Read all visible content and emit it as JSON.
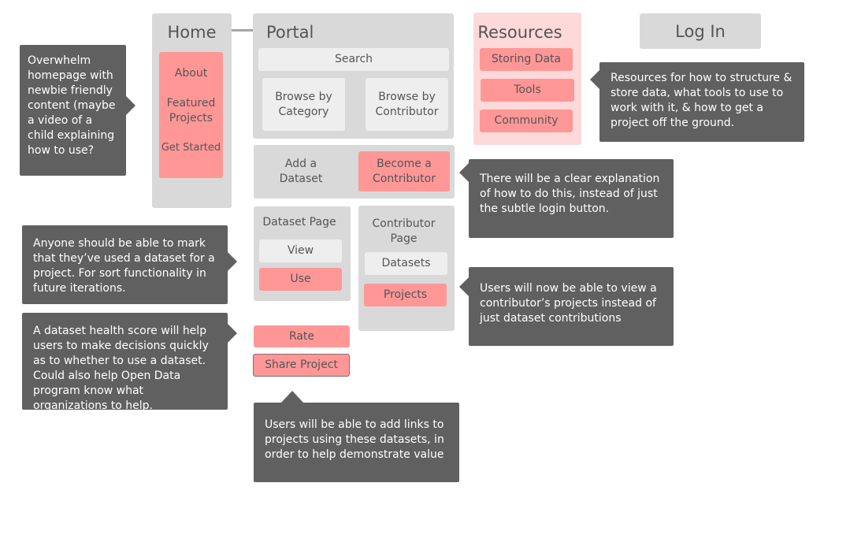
{
  "nav": {
    "home": {
      "title": "Home",
      "items": [
        "About",
        "Featured Projects",
        "Get Started"
      ]
    },
    "portal": {
      "title": "Portal",
      "search_label": "Search",
      "browse_category": "Browse by Category",
      "browse_contributor": "Browse by Contributor",
      "add_dataset": "Add a Dataset",
      "become_contributor": "Become a Contributor",
      "dataset_page": {
        "title": "Dataset Page",
        "view": "View",
        "use": "Use"
      },
      "contributor_page": {
        "title": "Contributor Page",
        "datasets": "Datasets",
        "projects": "Projects"
      },
      "rate": "Rate",
      "share_project": "Share Project"
    },
    "resources": {
      "title": "Resources",
      "items": [
        "Storing Data",
        "Tools",
        "Community"
      ]
    },
    "login": {
      "label": "Log In"
    }
  },
  "notes": {
    "home": "Overwhelm homepage with newbie friendly content (maybe a video of a child explaining how to use?",
    "resources": "Resources for how to structure & store data, what tools to use to work with it, & how to get a project off the ground.",
    "contributor": "There will be a clear explanation of how to do this, instead of just the subtle login button.",
    "use": "Anyone should be able to mark that they’ve used a dataset for a project. For sort functionality in future iterations.",
    "projects": "Users will now be able to view a contributor’s projects instead of just dataset contributions",
    "rate": "A dataset health score will help users to make decisions quickly as to whether to use a dataset. Could also help Open Data program know what organizations to help.",
    "share": "Users will be able to add links to projects using these datasets, in order to help demonstrate value"
  },
  "colors": {
    "panel_gray": "#d9d9d9",
    "button_light": "#eeeeee",
    "button_pink": "#ff9797",
    "panel_pink": "#fdd9d9",
    "note_bg": "#606060"
  }
}
